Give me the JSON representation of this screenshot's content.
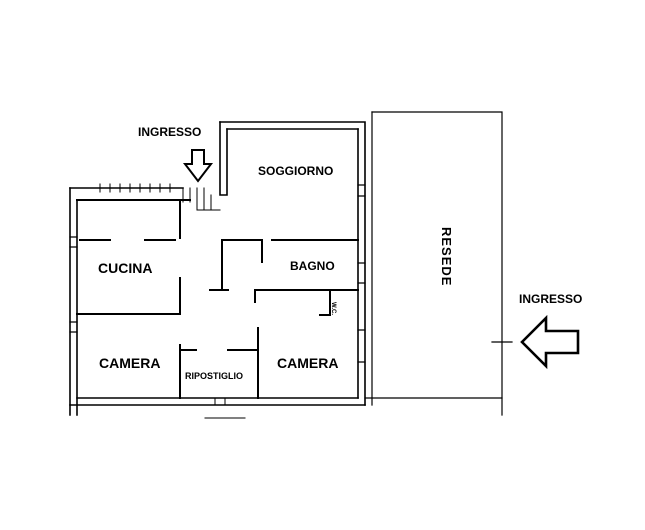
{
  "rooms": {
    "soggiorno": "SOGGIORNO",
    "cucina": "CUCINA",
    "bagno": "BAGNO",
    "camera_left": "CAMERA",
    "camera_right": "CAMERA",
    "ripostiglio": "RIPOSTIGLIO",
    "wc": "W.C.",
    "resede": "RESEDE"
  },
  "entrances": {
    "top": "INGRESSO",
    "right": "INGRESSO"
  }
}
